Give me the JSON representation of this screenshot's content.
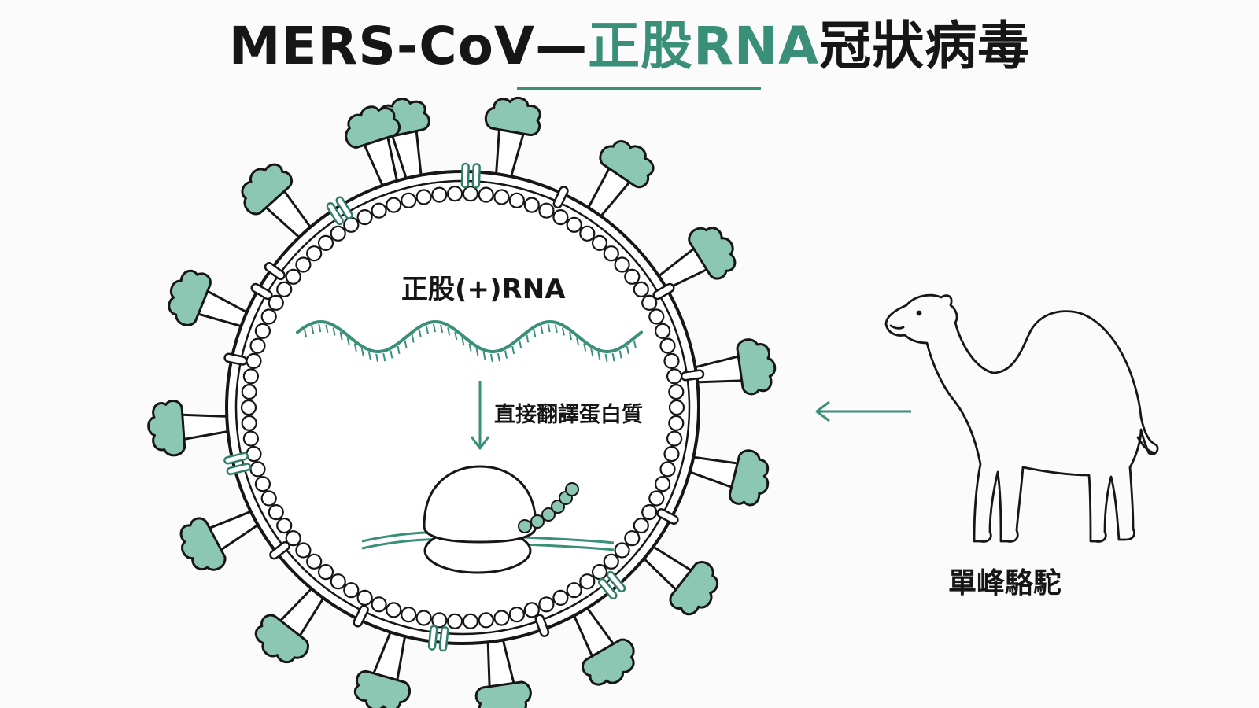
{
  "title": {
    "part1": "MERS-CoV—",
    "part2": "正股RNA",
    "part3": "冠狀病毒"
  },
  "labels": {
    "rna": "正股(+)RNA",
    "translation": "直接翻譯蛋白質",
    "host": "單峰駱駝"
  },
  "colors": {
    "accent": "#3a8f78",
    "spike_fill": "#8cc7b3",
    "ink": "#161616"
  },
  "icons": {
    "virus": "coronavirus-particle-icon",
    "ribosome": "ribosome-icon",
    "host": "camel-icon"
  }
}
